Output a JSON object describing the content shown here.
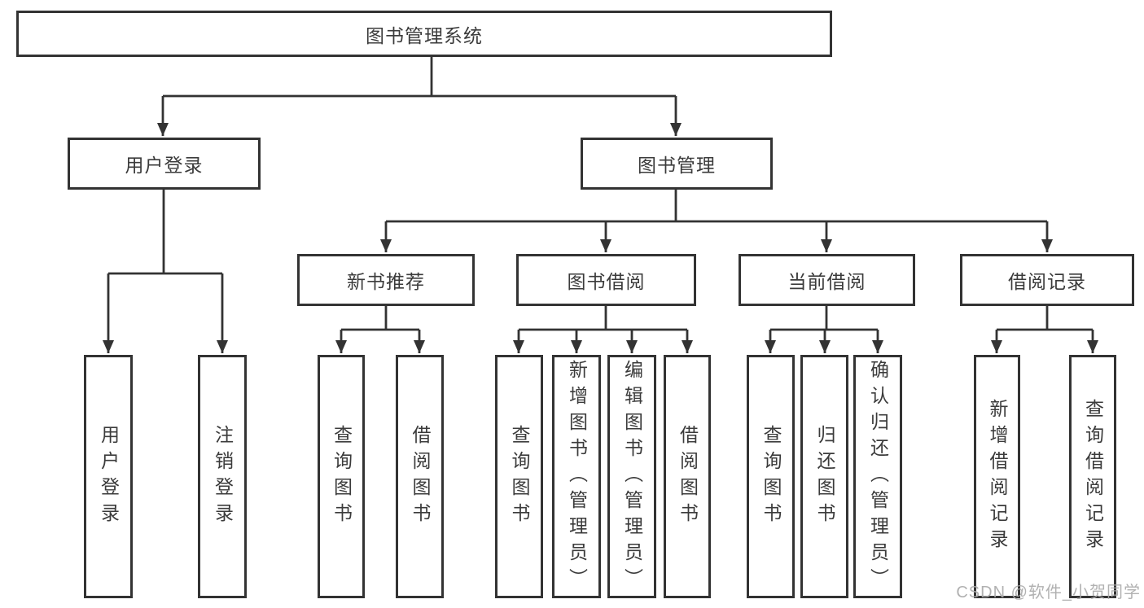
{
  "colors": {
    "line": "#333333",
    "box_border": "#333333",
    "text": "#3b3b3b",
    "background": "#ffffff",
    "watermark": "#a8a8a8"
  },
  "diagram": {
    "type": "tree",
    "root": {
      "label": "图书管理系统"
    },
    "branches": [
      {
        "label": "用户登录",
        "children": [
          {
            "label": "用户登录"
          },
          {
            "label": "注销登录"
          }
        ]
      },
      {
        "label": "图书管理",
        "children": [
          {
            "label": "新书推荐",
            "children": [
              {
                "label": "查询图书"
              },
              {
                "label": "借阅图书"
              }
            ]
          },
          {
            "label": "图书借阅",
            "children": [
              {
                "label": "查询图书"
              },
              {
                "label": "新增图书（管理员）"
              },
              {
                "label": "编辑图书（管理员）"
              },
              {
                "label": "借阅图书"
              }
            ]
          },
          {
            "label": "当前借阅",
            "children": [
              {
                "label": "查询图书"
              },
              {
                "label": "归还图书"
              },
              {
                "label": "确认归还（管理员）"
              }
            ]
          },
          {
            "label": "借阅记录",
            "children": [
              {
                "label": "新增借阅记录"
              },
              {
                "label": "查询借阅记录"
              }
            ]
          }
        ]
      }
    ]
  },
  "watermark": {
    "text": "CSDN @软件_小贺同学"
  }
}
